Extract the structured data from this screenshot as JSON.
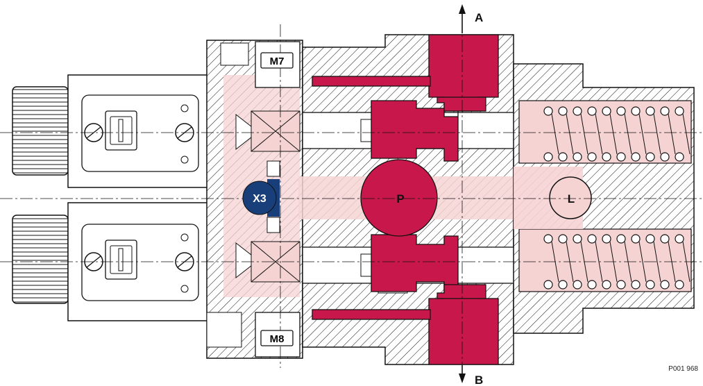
{
  "labels": {
    "port_a": "A",
    "port_b": "B",
    "gauge_m7": "M7",
    "gauge_m8": "M8",
    "pilot_x3": "X3",
    "pressure_p": "P",
    "leak_l": "L",
    "ref_code": "P001 968"
  },
  "colors": {
    "pressure_red": "#c8174a",
    "pilot_pink": "#f6d3d3",
    "pilot_blue": "#183f7a",
    "line": "#111111"
  }
}
